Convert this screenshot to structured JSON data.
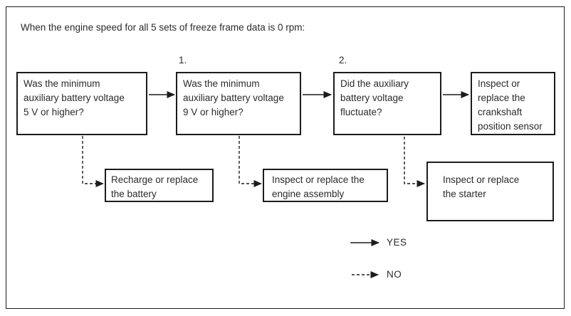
{
  "colors": {
    "line": "#1c1c1c",
    "ink": "#2b2b2b",
    "background": "#ffffff"
  },
  "diagram": {
    "title": "When the engine speed for all 5 sets of freeze frame data is 0 rpm:",
    "nodes": [
      {
        "id": "question-battery-5v",
        "step": "",
        "text": "Was the minimum\nauxiliary battery voltage\n5 V or higher?"
      },
      {
        "id": "question-battery-9v",
        "step": "1.",
        "text": "Was the minimum\nauxiliary battery voltage\n9 V or higher?"
      },
      {
        "id": "question-fluctuate",
        "step": "2.",
        "text": "Did the auxiliary\nbattery voltage\nfluctuate?"
      },
      {
        "id": "action-crankshaft",
        "text": "Inspect or\nreplace the\ncrankshaft\nposition sensor"
      },
      {
        "id": "action-battery",
        "text": "Recharge or replace\nthe battery"
      },
      {
        "id": "action-engine",
        "text": "Inspect or replace the\nengine assembly"
      },
      {
        "id": "action-starter",
        "text": "Inspect or replace\nthe starter"
      }
    ],
    "legend": [
      {
        "label": "YES",
        "style": "solid"
      },
      {
        "label": "NO",
        "style": "dashed"
      }
    ]
  }
}
